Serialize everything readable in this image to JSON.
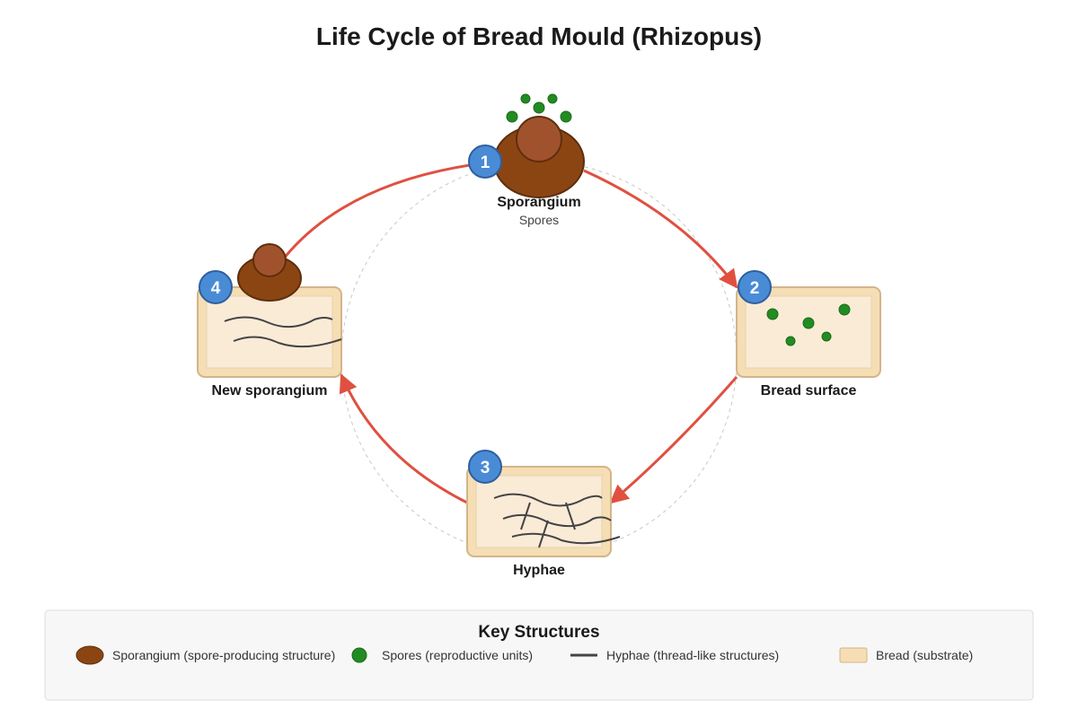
{
  "title": "Life Cycle of Bread Mould (Rhizopus)",
  "stages": [
    {
      "number": "1",
      "label": "Sporangium",
      "sublabel": "Spores"
    },
    {
      "number": "2",
      "label": "Bread surface"
    },
    {
      "number": "3",
      "label": "Hyphae"
    },
    {
      "number": "4",
      "label": "New sporangium"
    }
  ],
  "legend": {
    "title": "Key Structures",
    "items": [
      {
        "icon": "sporangium-icon",
        "label": "Sporangium (spore-producing structure)"
      },
      {
        "icon": "spore-icon",
        "label": "Spores (reproductive units)"
      },
      {
        "icon": "hyphae-line-icon",
        "label": "Hyphae (thread-like structures)"
      },
      {
        "icon": "bread-icon",
        "label": "Bread (substrate)"
      }
    ]
  },
  "colors": {
    "arrow": "#e05040",
    "badge": "#4a8bd6",
    "sporangium": "#8b4513",
    "sporangium_cap": "#a0522d",
    "spore": "#228b22",
    "bread": "#f5deb3",
    "bread_inner": "#faebd7",
    "hyphae": "#444444"
  }
}
